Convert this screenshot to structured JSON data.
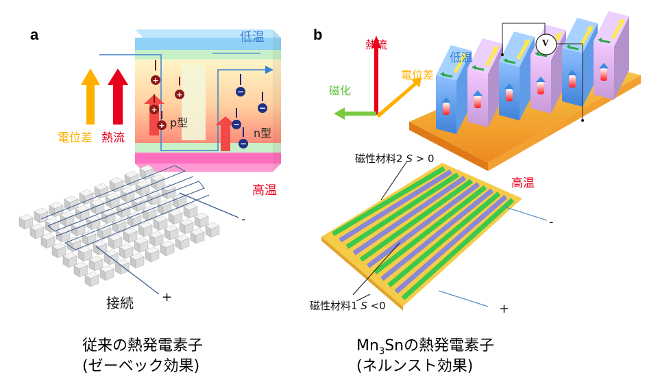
{
  "panel_a": {
    "letter": "a",
    "low_temp": "低温",
    "high_temp": "高温",
    "potential_diff": "電位差",
    "heat_flow": "熱流",
    "p_type": "p型",
    "n_type": "n型",
    "plus_symbol": "+",
    "minus_symbol": "-",
    "connection": "接続",
    "terminal_minus": "-",
    "terminal_plus": "+",
    "caption_line1": "従来の熱発電素子",
    "caption_line2": "(ゼーベック効果)"
  },
  "panel_b": {
    "letter": "b",
    "heat_flow": "熱流",
    "potential_diff": "電位差",
    "magnetization": "磁化",
    "low_temp": "低温",
    "high_temp": "高温",
    "voltmeter": "V",
    "material2_pre": "磁性材料2 ",
    "material2_s": "S",
    "material2_post": " > 0",
    "material1_pre": "磁性材料1 ",
    "material1_s": "S",
    "material1_post": " <0",
    "terminal_minus": "-",
    "terminal_plus": "+",
    "caption_mn": "Mn",
    "caption_sub": "3",
    "caption_rest": "Snの熱発電素子",
    "caption_line2": "(ネルンスト効果)"
  },
  "colors": {
    "heat_red": "#e8001c",
    "potential_orange": "#ffb000",
    "magnet_green": "#5ac237",
    "low_blue": "#3a7fd0",
    "magenta": "#e83c9a",
    "gold": "#f2c044",
    "purple": "#8a86d8",
    "stripe_green": "#3cc84a"
  }
}
